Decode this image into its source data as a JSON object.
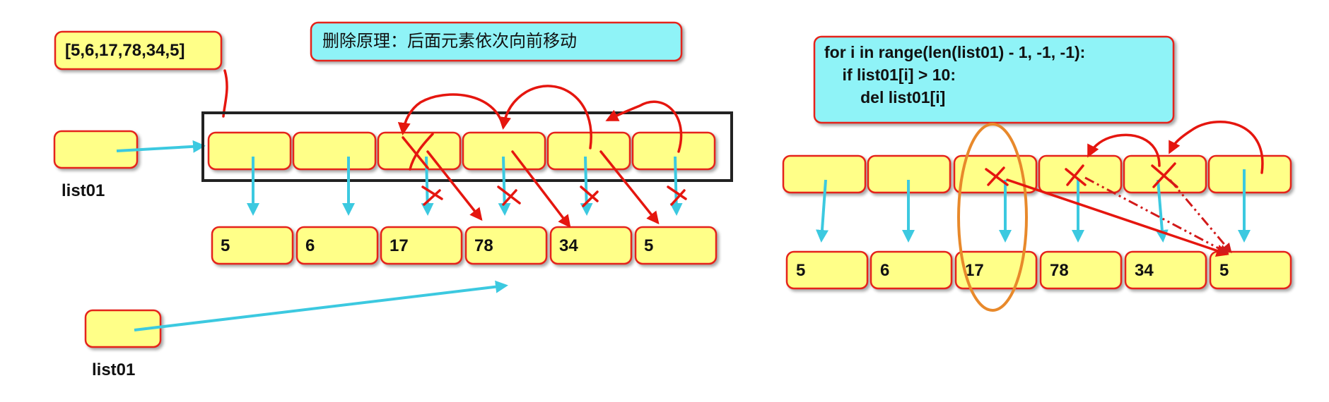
{
  "left": {
    "literal": "[5,6,17,78,34,5]",
    "note": "删除原理：后面元素依次向前移动",
    "var_label_top": "list01",
    "var_label_bottom": "list01",
    "values": [
      "5",
      "6",
      "17",
      "78",
      "34",
      "5"
    ]
  },
  "right": {
    "code": [
      "for i in range(len(list01) - 1, -1, -1):",
      "    if list01[i] > 10:",
      "        del list01[i]"
    ],
    "values": [
      "5",
      "6",
      "17",
      "78",
      "34",
      "5"
    ]
  },
  "colors": {
    "cell_fill": "#ffff88",
    "cell_border": "#e5231b",
    "note_fill": "#8ff3f7",
    "pointer_arrow": "#3cc9e0",
    "annotation": "#e5160f",
    "highlight_ellipse": "#e8892b"
  }
}
